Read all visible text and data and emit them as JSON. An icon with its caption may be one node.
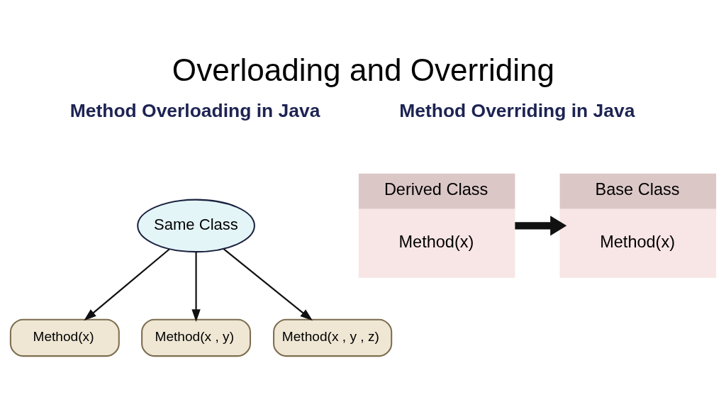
{
  "diagram": {
    "title": "Overloading and Overriding",
    "nodes": [
      {
        "text": [
          "Same Class"
        ]
      },
      {
        "text": [
          "Method(x)"
        ]
      },
      {
        "text": [
          "Method(x , y)"
        ]
      },
      {
        "text": [
          "Method(x , y , z)"
        ]
      },
      {
        "text": [
          "Derived Class",
          "Method(x)"
        ]
      },
      {
        "text": [
          "Base Class",
          "Method(x)"
        ]
      }
    ],
    "edges": [
      {
        "from": 0,
        "to": 1,
        "arrow": "to"
      },
      {
        "from": 0,
        "to": 2,
        "arrow": "to"
      },
      {
        "from": 0,
        "to": 3,
        "arrow": "to"
      },
      {
        "from": 4,
        "to": 5,
        "arrow": "to",
        "style": "thick"
      }
    ],
    "labels": [
      "Method Overloading in Java",
      "Method Overriding in Java"
    ]
  }
}
